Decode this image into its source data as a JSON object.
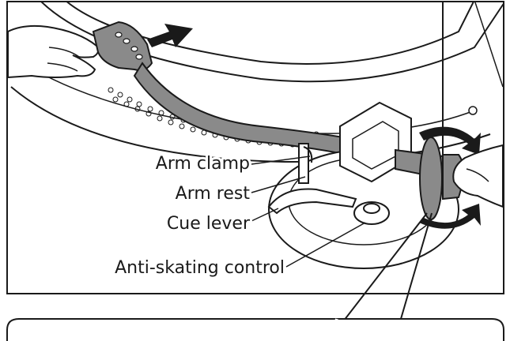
{
  "labels": {
    "arm_clamp": "Arm clamp",
    "arm_rest": "Arm rest",
    "cue_lever": "Cue lever",
    "anti_skating": "Anti-skating control"
  },
  "icons": {
    "direction_arrow": "arrow-right-icon",
    "rotation_arrows": "rotate-arrows-icon"
  },
  "colors": {
    "line": "#1a1a1a",
    "arm_fill": "#8a8a8a",
    "panel_fill": "#ffffff"
  }
}
